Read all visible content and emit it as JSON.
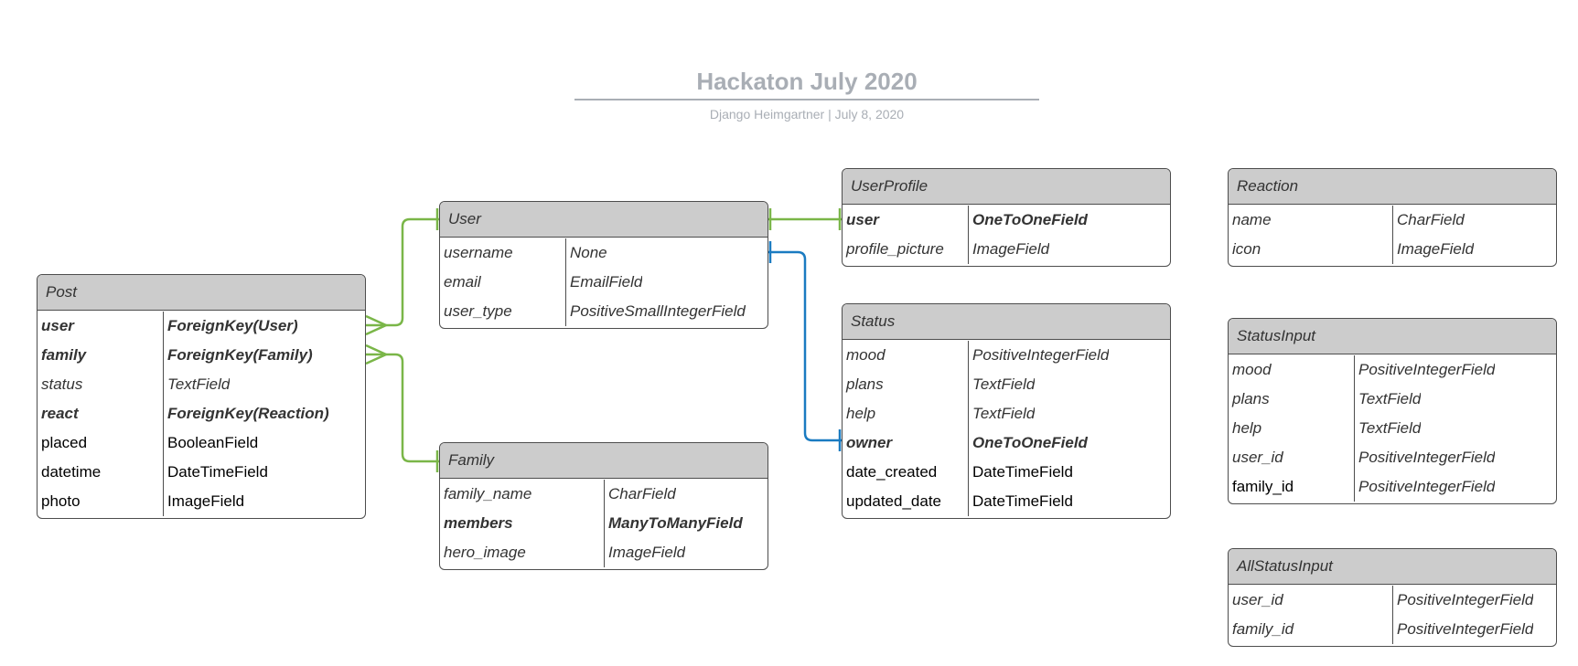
{
  "header": {
    "title": "Hackaton July 2020",
    "subtitle": "Django Heimgartner  |  July 8, 2020"
  },
  "colors": {
    "entity_header": "#cccccc",
    "entity_border": "#4d4d4d",
    "connector_green": "#7ab648",
    "connector_blue": "#1a7bc1",
    "title_text": "#a9aeb5"
  },
  "entities": [
    {
      "name": "Post",
      "fields": [
        {
          "name": "user",
          "type": "ForeignKey(User)",
          "style": "bold"
        },
        {
          "name": "family",
          "type": "ForeignKey(Family)",
          "style": "bold"
        },
        {
          "name": "status",
          "type": "TextField",
          "style": "italic"
        },
        {
          "name": "react",
          "type": "ForeignKey(Reaction)",
          "style": "bold"
        },
        {
          "name": "placed",
          "type": "BooleanField",
          "style": "plain"
        },
        {
          "name": "datetime",
          "type": "DateTimeField",
          "style": "plain"
        },
        {
          "name": "photo",
          "type": "ImageField",
          "style": "plain"
        }
      ]
    },
    {
      "name": "User",
      "fields": [
        {
          "name": "username",
          "type": "None",
          "style": "italic"
        },
        {
          "name": "email",
          "type": "EmailField",
          "style": "italic"
        },
        {
          "name": "user_type",
          "type": "PositiveSmallIntegerField",
          "style": "italic"
        }
      ]
    },
    {
      "name": "Family",
      "fields": [
        {
          "name": "family_name",
          "type": "CharField",
          "style": "italic"
        },
        {
          "name": "members",
          "type": "ManyToManyField",
          "style": "bold"
        },
        {
          "name": "hero_image",
          "type": "ImageField",
          "style": "italic"
        }
      ]
    },
    {
      "name": "UserProfile",
      "fields": [
        {
          "name": "user",
          "type": "OneToOneField",
          "style": "bold"
        },
        {
          "name": "profile_picture",
          "type": "ImageField",
          "style": "italic"
        }
      ]
    },
    {
      "name": "Status",
      "fields": [
        {
          "name": "mood",
          "type": "PositiveIntegerField",
          "style": "italic"
        },
        {
          "name": "plans",
          "type": "TextField",
          "style": "italic"
        },
        {
          "name": "help",
          "type": "TextField",
          "style": "italic"
        },
        {
          "name": "owner",
          "type": "OneToOneField",
          "style": "bold"
        },
        {
          "name": "date_created",
          "type": "DateTimeField",
          "style": "plain"
        },
        {
          "name": "updated_date",
          "type": "DateTimeField",
          "style": "plain"
        }
      ]
    },
    {
      "name": "Reaction",
      "fields": [
        {
          "name": "name",
          "type": "CharField",
          "style": "italic"
        },
        {
          "name": "icon",
          "type": "ImageField",
          "style": "italic"
        }
      ]
    },
    {
      "name": "StatusInput",
      "fields": [
        {
          "name": "mood",
          "type": "PositiveIntegerField",
          "style": "italic"
        },
        {
          "name": "plans",
          "type": "TextField",
          "style": "italic"
        },
        {
          "name": "help",
          "type": "TextField",
          "style": "italic"
        },
        {
          "name": "user_id",
          "type": "PositiveIntegerField",
          "style": "italic"
        },
        {
          "name": "family_id",
          "type": "PositiveIntegerField",
          "style": "mixed"
        }
      ]
    },
    {
      "name": "AllStatusInput",
      "fields": [
        {
          "name": "user_id",
          "type": "PositiveIntegerField",
          "style": "italic"
        },
        {
          "name": "family_id",
          "type": "PositiveIntegerField",
          "style": "italic"
        }
      ]
    }
  ],
  "relationships": [
    {
      "from": "Post.user",
      "to": "User",
      "kind": "many-to-one",
      "color": "#7ab648"
    },
    {
      "from": "Post.family",
      "to": "Family",
      "kind": "many-to-one",
      "color": "#7ab648"
    },
    {
      "from": "User",
      "to": "UserProfile.user",
      "kind": "one-to-one",
      "color": "#7ab648"
    },
    {
      "from": "User",
      "to": "Status.owner",
      "kind": "one-to-one",
      "color": "#1a7bc1"
    }
  ]
}
